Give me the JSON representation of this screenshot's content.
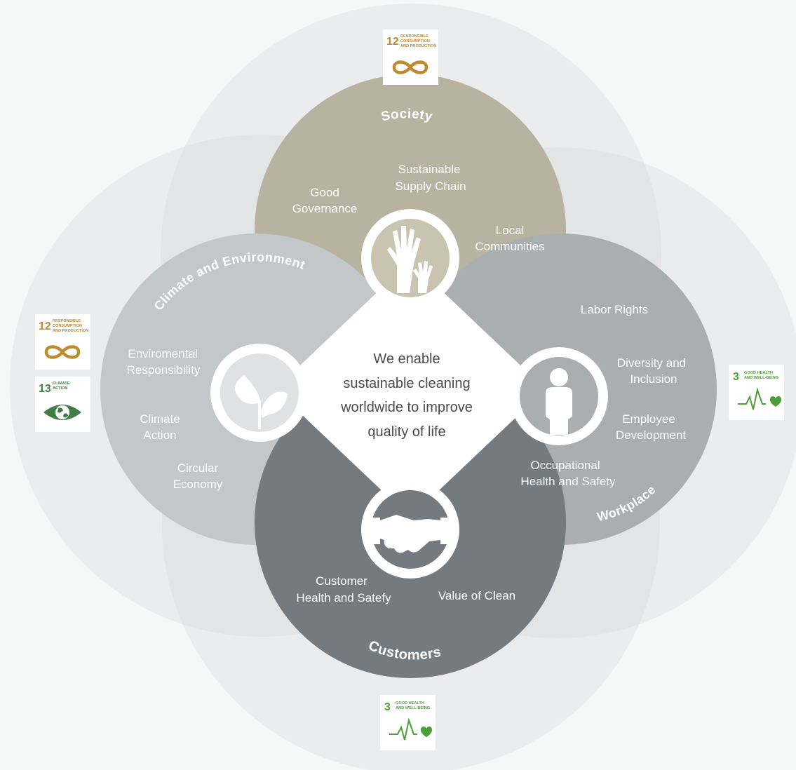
{
  "center": {
    "lines": [
      "We enable",
      "sustainable cleaning",
      "worldwide to improve",
      "quality of life"
    ]
  },
  "sections": {
    "society": {
      "title": "Society",
      "items": [
        {
          "lines": [
            "Good",
            "Governance"
          ]
        },
        {
          "lines": [
            "Sustainable",
            "Supply Chain"
          ]
        },
        {
          "lines": [
            "Local",
            "Communities"
          ]
        }
      ]
    },
    "climate": {
      "title": "Climate and Environment",
      "items": [
        {
          "lines": [
            "Enviromental",
            "Responsibility"
          ]
        },
        {
          "lines": [
            "Climate",
            "Action"
          ]
        },
        {
          "lines": [
            "Circular",
            "Economy"
          ]
        }
      ]
    },
    "workplace": {
      "title": "Workplace",
      "items": [
        {
          "lines": [
            "Labor Rights"
          ]
        },
        {
          "lines": [
            "Diversity and",
            "Inclusion"
          ]
        },
        {
          "lines": [
            "Employee",
            "Development"
          ]
        },
        {
          "lines": [
            "Occupational",
            "Health and Safety"
          ]
        }
      ]
    },
    "customers": {
      "title": "Customers",
      "items": [
        {
          "lines": [
            "Customer",
            "Health and Satefy"
          ]
        },
        {
          "lines": [
            "Value of Clean"
          ]
        }
      ]
    }
  },
  "sdg_badges": {
    "top": {
      "number": "12",
      "lines": [
        "RESPONSIBLE",
        "CONSUMPTION",
        "AND PRODUCTION"
      ]
    },
    "left_12": {
      "number": "12",
      "lines": [
        "RESPONSIBLE",
        "CONSUMPTION",
        "AND PRODUCTION"
      ]
    },
    "left_13": {
      "number": "13",
      "lines": [
        "CLIMATE",
        "ACTION"
      ]
    },
    "right": {
      "number": "3",
      "lines": [
        "GOOD HEALTH",
        "AND WELL-BEING"
      ]
    },
    "bottom": {
      "number": "3",
      "lines": [
        "GOOD HEALTH",
        "AND WELL-BEING"
      ]
    }
  },
  "colors": {
    "background": "#f6f7f7",
    "halo": "#e7e8e8",
    "society": "#b8b3a0",
    "climate": "#c2c7c9",
    "workplace": "#a9aeb1",
    "customers": "#737a80",
    "center_text": "#4a4a4a",
    "sdg12": "#bf8b2e",
    "sdg13": "#3f7e44",
    "sdg3": "#4c9f38"
  }
}
